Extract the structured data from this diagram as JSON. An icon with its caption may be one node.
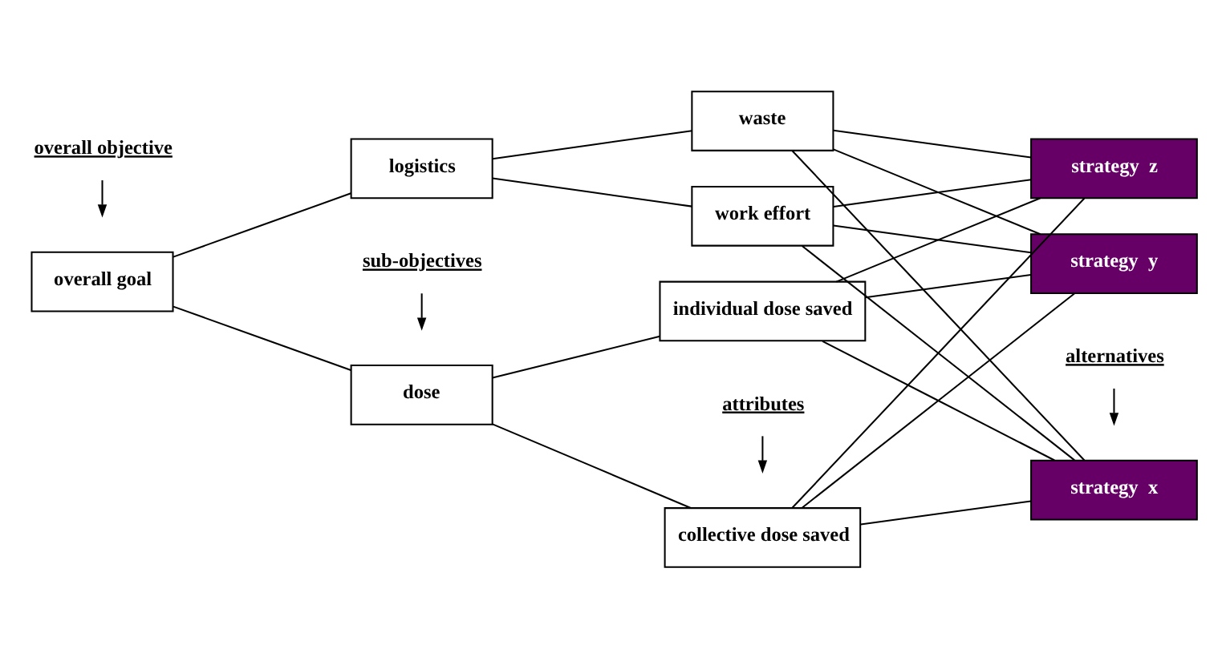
{
  "diagram": {
    "nodes": [
      {
        "text": [
          "overall objective"
        ]
      },
      {
        "text": [
          "sub-objectives"
        ]
      },
      {
        "text": [
          "attributes"
        ]
      },
      {
        "text": [
          "alternatives"
        ]
      },
      {
        "text": [
          "overall goal"
        ]
      },
      {
        "text": [
          "dose"
        ]
      },
      {
        "text": [
          "logistics"
        ]
      },
      {
        "text": [
          "collective dose saved"
        ]
      },
      {
        "text": [
          "individual dose saved"
        ]
      },
      {
        "text": [
          "waste"
        ]
      },
      {
        "text": [
          "work effort"
        ]
      },
      {
        "text": [
          "strategy  x"
        ]
      },
      {
        "text": [
          "strategy  y"
        ]
      },
      {
        "text": [
          "strategy  z"
        ]
      }
    ],
    "edges": [
      {
        "from": 0,
        "to": null,
        "arrow": "to"
      },
      {
        "from": 1,
        "to": null,
        "arrow": "to"
      },
      {
        "from": 2,
        "to": null,
        "arrow": "to"
      },
      {
        "from": 3,
        "to": null,
        "arrow": "to"
      },
      {
        "from": 4,
        "to": 5,
        "arrow": "none"
      },
      {
        "from": 4,
        "to": 6,
        "arrow": "none"
      },
      {
        "from": 5,
        "to": 7,
        "arrow": "none"
      },
      {
        "from": 5,
        "to": 8,
        "arrow": "none"
      },
      {
        "from": 6,
        "to": 9,
        "arrow": "none"
      },
      {
        "from": 6,
        "to": 10,
        "arrow": "none"
      },
      {
        "from": 7,
        "to": 11,
        "arrow": "none"
      },
      {
        "from": 7,
        "to": 12,
        "arrow": "none"
      },
      {
        "from": 7,
        "to": 13,
        "arrow": "none"
      },
      {
        "from": 8,
        "to": 11,
        "arrow": "none"
      },
      {
        "from": 8,
        "to": 12,
        "arrow": "none"
      },
      {
        "from": 8,
        "to": 13,
        "arrow": "none"
      },
      {
        "from": 9,
        "to": 11,
        "arrow": "none"
      },
      {
        "from": 9,
        "to": 12,
        "arrow": "none"
      },
      {
        "from": 9,
        "to": 13,
        "arrow": "none"
      },
      {
        "from": 10,
        "to": 11,
        "arrow": "none"
      },
      {
        "from": 10,
        "to": 12,
        "arrow": "none"
      },
      {
        "from": 10,
        "to": 13,
        "arrow": "none"
      }
    ]
  }
}
